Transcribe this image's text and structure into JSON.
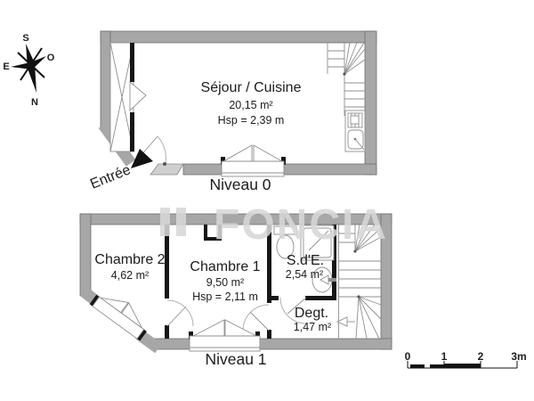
{
  "watermark": {
    "brand": "FONCIA"
  },
  "compass": {
    "n": "N",
    "s": "S",
    "e": "E",
    "o": "O"
  },
  "level0": {
    "label": "Niveau 0",
    "entrance": "Entrée",
    "room": {
      "name": "Séjour / Cuisine",
      "area": "20,15 m²",
      "ceiling": "Hsp = 2,39 m"
    }
  },
  "level1": {
    "label": "Niveau 1",
    "rooms": [
      {
        "name": "Chambre 2",
        "area": "4,62 m²"
      },
      {
        "name": "Chambre 1",
        "area": "9,50 m²",
        "ceiling": "Hsp = 2,11 m"
      },
      {
        "name": "S.d'E.",
        "area": "2,54 m²"
      },
      {
        "name": "Degt.",
        "area": "1,47 m²"
      }
    ]
  },
  "scale": {
    "t0": "0",
    "t1": "1",
    "t2": "2",
    "t3": "3m"
  },
  "colors": {
    "wall": "#a7a7a7",
    "wall_edge": "#707070",
    "partition": "#161616",
    "line": "#8f8f8f",
    "ink": "#1c1c1c",
    "watermark": "#d7d7d7",
    "threshold": "#cfcfcf"
  }
}
